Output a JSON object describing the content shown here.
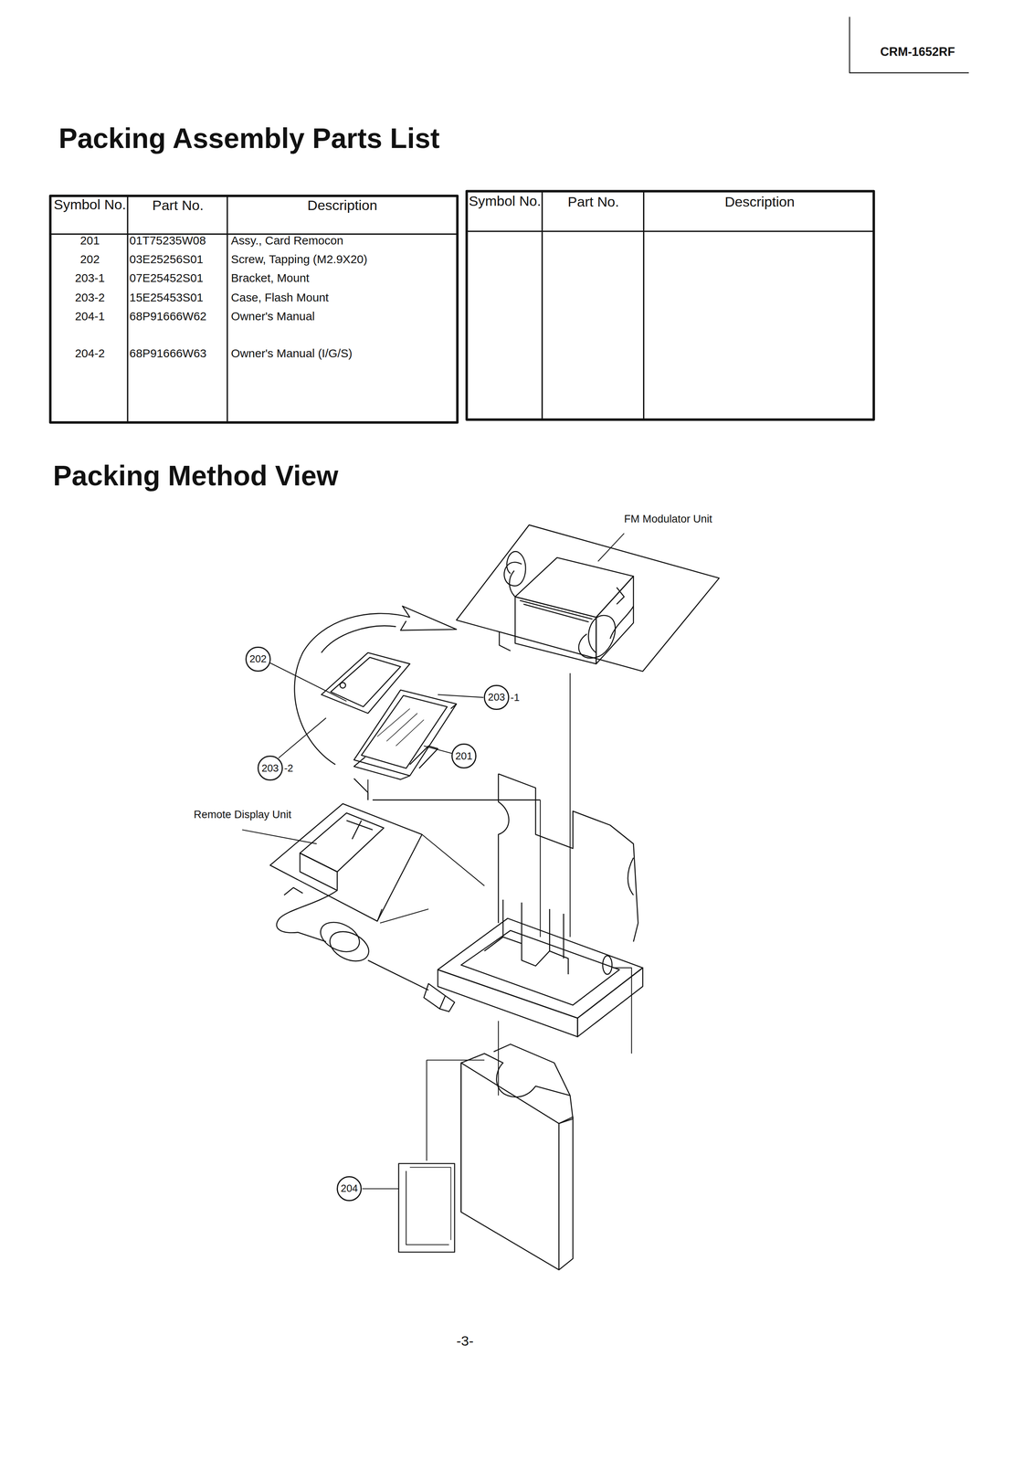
{
  "diagram": {
    "title": "Packing Assembly Parts List",
    "nodes": [
      {
        "text": [
          "202"
        ]
      },
      {
        "text": [
          "203",
          "-1"
        ]
      },
      {
        "text": [
          "201"
        ]
      },
      {
        "text": [
          "203",
          "-2"
        ]
      },
      {
        "text": [
          "204"
        ]
      }
    ],
    "labels": [
      "CRM-1652RF",
      "Packing Method View",
      "Symbol No.",
      "Part No.",
      "Description",
      "201",
      "01T75235W08",
      "Assy., Card Remocon",
      "202",
      "03E25256S01",
      "Screw, Tapping (M2.9X20)",
      "203-1",
      "07E25452S01",
      "Bracket, Mount",
      "203-2",
      "15E25453S01",
      "Case, Flash Mount",
      "204-1",
      "68P91666W62",
      "Owner's Manual",
      "204-2",
      "68P91666W63",
      "Owner's Manual (I/G/S)",
      "Symbol No.",
      "Part No.",
      "Description",
      "FM Modulator Unit",
      "Remote Display Unit",
      "-3-"
    ]
  }
}
